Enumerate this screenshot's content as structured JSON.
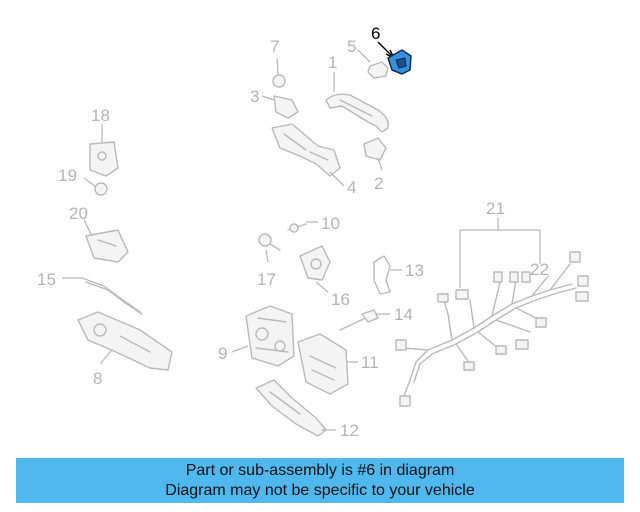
{
  "diagram": {
    "highlighted_part": "6",
    "labels": {
      "p1": "1",
      "p2": "2",
      "p3": "3",
      "p4": "4",
      "p5": "5",
      "p6": "6",
      "p7": "7",
      "p8": "8",
      "p9": "9",
      "p10": "10",
      "p11": "11",
      "p12": "12",
      "p13": "13",
      "p14": "14",
      "p15": "15",
      "p16": "16",
      "p17": "17",
      "p19": "19",
      "p18": "18",
      "p20": "20",
      "p21": "21",
      "p22": "22"
    },
    "colors": {
      "highlight": "#3a8fd8",
      "parts": "#b9b9b9",
      "banner": "#4fb8ef"
    }
  },
  "banner": {
    "line1": "Part or sub-assembly is #6 in diagram",
    "line2": "Diagram may not be specific to your vehicle"
  }
}
